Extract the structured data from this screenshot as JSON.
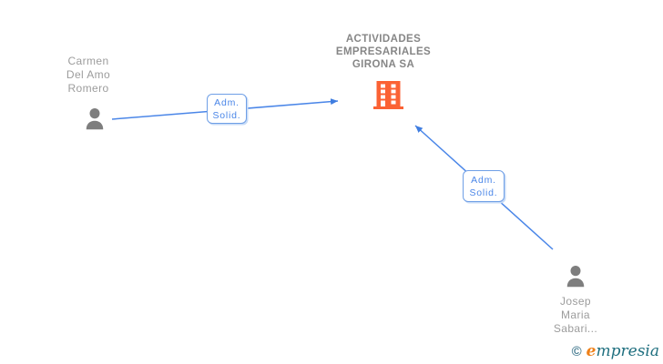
{
  "diagram": {
    "nodes": {
      "person_left": {
        "name": "Carmen\nDel Amo\nRomero",
        "icon": "person-icon"
      },
      "company": {
        "name": "ACTIVIDADES\nEMPRESARIALES\nGIRONA SA",
        "icon": "building-icon"
      },
      "person_right": {
        "name": "Josep\nMaria\nSabari...",
        "icon": "person-icon"
      }
    },
    "edges": [
      {
        "from": "person_left",
        "to": "company",
        "label": "Adm.\nSolid."
      },
      {
        "from": "person_right",
        "to": "company",
        "label": "Adm.\nSolid."
      }
    ]
  },
  "footer": {
    "copyright_symbol": "©",
    "brand_initial": "e",
    "brand_rest": "mpresia"
  },
  "colors": {
    "edge_blue": "#4a86e8",
    "label_border_blue": "#6f9fe6",
    "building_orange": "#fb6234",
    "person_gray": "#7e7e7e",
    "person_name_gray": "#9c9c9c",
    "company_name_gray": "#868686",
    "brand_orange": "#ef8018",
    "brand_teal": "#1f6f7f",
    "copyright_teal": "#4a7e93"
  }
}
